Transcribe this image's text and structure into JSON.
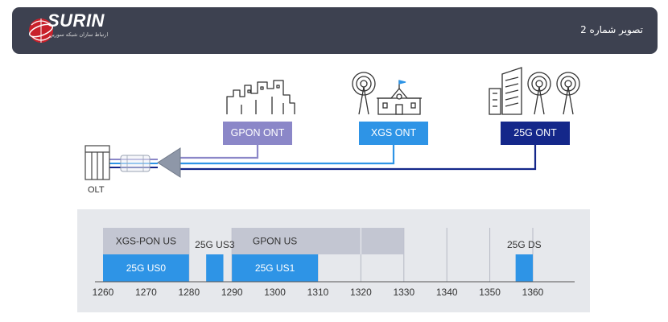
{
  "header": {
    "brand": "SURIN",
    "tagline": "ارتباط سازان شبکه سورین",
    "title": "تصویر شماره 2"
  },
  "onts": [
    {
      "label": "GPON ONT",
      "color": "#8b87c8"
    },
    {
      "label": "XGS ONT",
      "color": "#2e94e6"
    },
    {
      "label": "25G ONT",
      "color": "#14278a"
    }
  ],
  "olt": {
    "label": "OLT"
  },
  "spectrum": {
    "axis_ticks": [
      1260,
      1270,
      1280,
      1290,
      1300,
      1310,
      1320,
      1330,
      1340,
      1350,
      1360
    ],
    "bands": [
      {
        "label": "XGS-PON US",
        "from": 1260,
        "to": 1280,
        "row": "upper",
        "color": "#c3c6d2"
      },
      {
        "label": "25G US0",
        "from": 1260,
        "to": 1280,
        "row": "lower",
        "color": "#2e94e6"
      },
      {
        "label": "25G US3",
        "from": 1284,
        "to": 1288,
        "row": "lower",
        "color": "#2e94e6"
      },
      {
        "label": "GPON US",
        "from": 1290,
        "to": 1310,
        "row": "upper",
        "color": "#c3c6d2"
      },
      {
        "label": "25G US1",
        "from": 1290,
        "to": 1310,
        "row": "lower",
        "color": "#2e94e6"
      },
      {
        "label": "",
        "from": 1310,
        "to": 1330,
        "row": "upper",
        "color": "#c3c6d2"
      },
      {
        "label": "25G DS",
        "from": 1356,
        "to": 1360,
        "row": "lower",
        "color": "#2e94e6"
      }
    ]
  }
}
